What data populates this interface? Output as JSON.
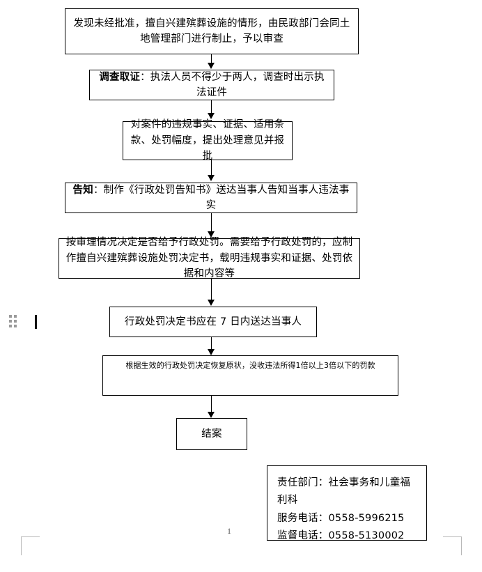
{
  "document": {
    "page_number": "1",
    "type": "administrative-penalty-flowchart"
  },
  "flow": {
    "nodes": [
      {
        "id": "discovery",
        "name": "node-discovery",
        "text": "发现未经批准，擅自兴建殡葬设施的情形，由民政部门会同土地管理部门进行制止，予以审查",
        "bold_prefix": ""
      },
      {
        "id": "investigation",
        "name": "node-investigation",
        "bold_prefix": "调查取证",
        "text": "：执法人员不得少于两人，调查时出示执法证件"
      },
      {
        "id": "review",
        "name": "node-review-opinion",
        "bold_prefix": "",
        "text": "对案件的违规事实、证据、适用条款、处罚幅度，提出处理意见并报批"
      },
      {
        "id": "notification",
        "name": "node-notification",
        "bold_prefix": "告知",
        "text": "：制作《行政处罚告知书》送达当事人告知当事人违法事实"
      },
      {
        "id": "decision",
        "name": "node-decision",
        "bold_prefix": "",
        "text": "按审理情况决定是否给予行政处罚。需要给予行政处罚的，应制作擅自兴建殡葬设施处罚决定书，载明违规事实和证据、处罚依据和内容等"
      },
      {
        "id": "delivery",
        "name": "node-delivery",
        "bold_prefix": "",
        "text": "行政处罚决定书应在 7 日内送达当事人"
      },
      {
        "id": "execution",
        "name": "node-execution",
        "bold_prefix": "",
        "text": "根据生效的行政处罚决定恢复原状，没收违法所得1倍以上3倍以下的罚款"
      },
      {
        "id": "close",
        "name": "node-close-case",
        "bold_prefix": "",
        "text": "结案"
      }
    ]
  },
  "info_box": {
    "department_label": "责任部门：",
    "department_value": "社会事务和儿童福利科",
    "service_phone_label": "服务电话：",
    "service_phone_value": "0558-5996215",
    "supervision_phone_label": "监督电话：",
    "supervision_phone_value": "0558-5130002",
    "line1": "责任部门：社会事务和儿童福利科",
    "line2": "服务电话：0558-5996215",
    "line3": "监督电话：0558-5130002"
  },
  "colors": {
    "stroke": "#000000",
    "background": "#ffffff",
    "margin_mark": "#b8b8b8",
    "page_number": "#555555"
  }
}
